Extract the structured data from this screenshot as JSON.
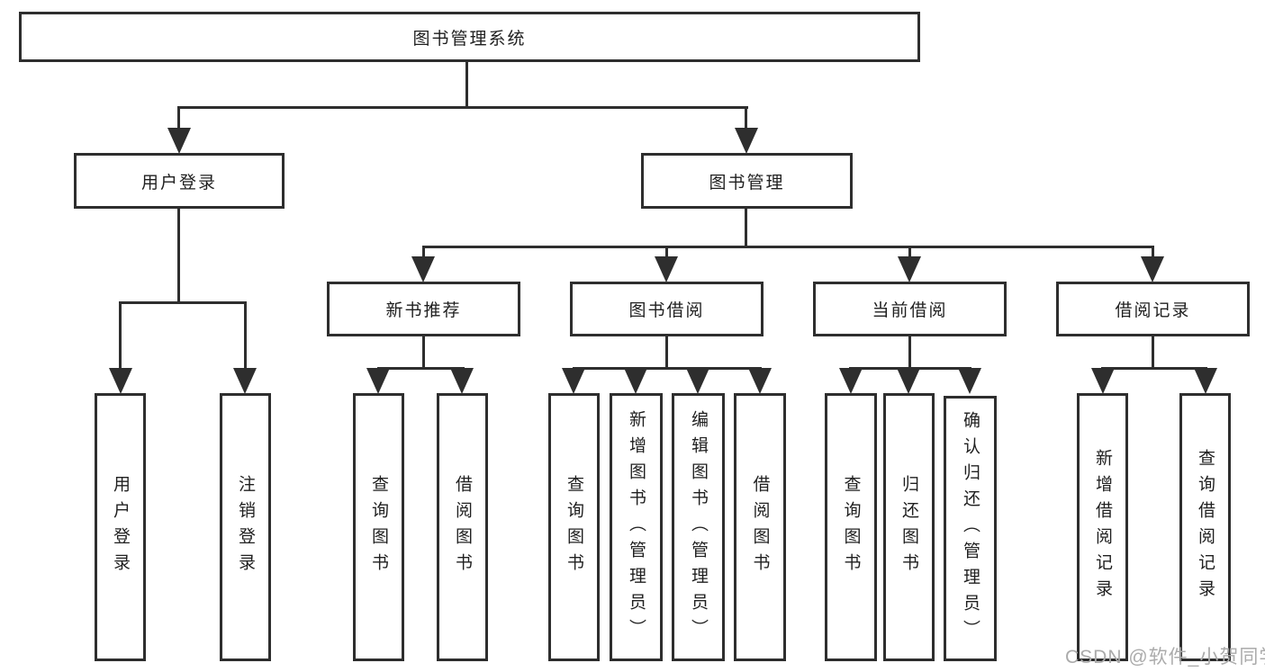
{
  "root": {
    "label": "图书管理系统"
  },
  "branches": [
    {
      "label": "用户登录",
      "children": [
        {
          "label": "用户登录"
        },
        {
          "label": "注销登录"
        }
      ]
    },
    {
      "label": "图书管理",
      "children": [
        {
          "label": "新书推荐",
          "children": [
            {
              "label": "查询图书"
            },
            {
              "label": "借阅图书"
            }
          ]
        },
        {
          "label": "图书借阅",
          "children": [
            {
              "label": "查询图书"
            },
            {
              "label": "新增图书（管理员）"
            },
            {
              "label": "编辑图书（管理员）"
            },
            {
              "label": "借阅图书"
            }
          ]
        },
        {
          "label": "当前借阅",
          "children": [
            {
              "label": "查询图书"
            },
            {
              "label": "归还图书"
            },
            {
              "label": "确认归还（管理员）"
            }
          ]
        },
        {
          "label": "借阅记录",
          "children": [
            {
              "label": "新增借阅记录"
            },
            {
              "label": "查询借阅记录"
            }
          ]
        }
      ]
    }
  ],
  "watermark": "CSDN @软件_小贺同学",
  "colors": {
    "line": "#2e2e2e",
    "text": "#1f1f1f",
    "watermark": "#ababab",
    "background": "#ffffff"
  }
}
